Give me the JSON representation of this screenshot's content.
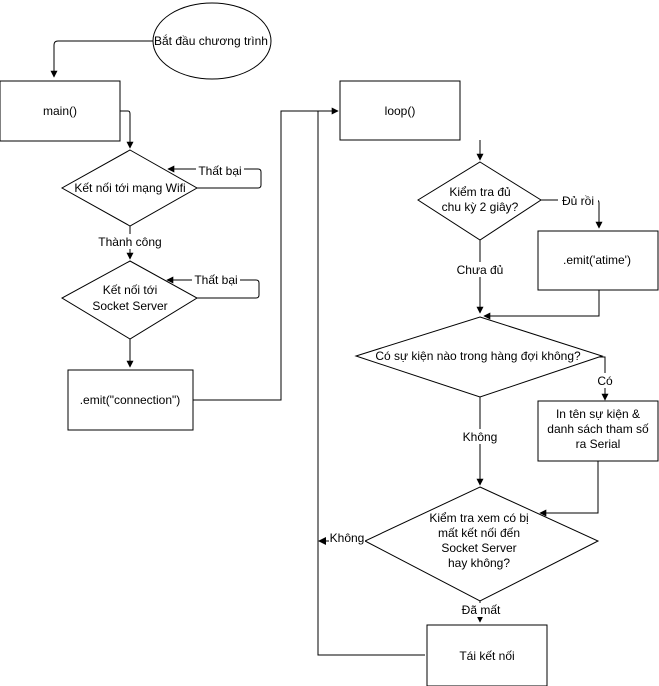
{
  "nodes": {
    "start": "Bắt đầu chương trình",
    "main": "main()",
    "wifi": "Kết nối tới mạng Wifi",
    "socket": [
      "Kết nối tới",
      "Socket Server"
    ],
    "emit_connection": ".emit(\"connection\")",
    "loop": "loop()",
    "check_cycle": [
      "Kiểm tra đủ",
      "chu kỳ 2 giây?"
    ],
    "emit_atime": ".emit('atime')",
    "queue_check": "Có sự kiện nào trong hàng đợi không?",
    "print_event": [
      "In tên sự kiện &",
      "danh sách tham số",
      "ra Serial"
    ],
    "lost_check": [
      "Kiểm tra xem có bị",
      "mất kết nối đến",
      "Socket Server",
      "hay không?"
    ],
    "reconnect": "Tái kết nối"
  },
  "edges": {
    "wifi_fail": "Thất bại",
    "wifi_success": "Thành công",
    "socket_fail": "Thất bại",
    "cycle_done": "Đủ rồi",
    "cycle_not": "Chưa đủ",
    "queue_yes": "Có",
    "queue_no": "Không",
    "lost_no": "Không",
    "lost_yes": "Đã mất"
  }
}
